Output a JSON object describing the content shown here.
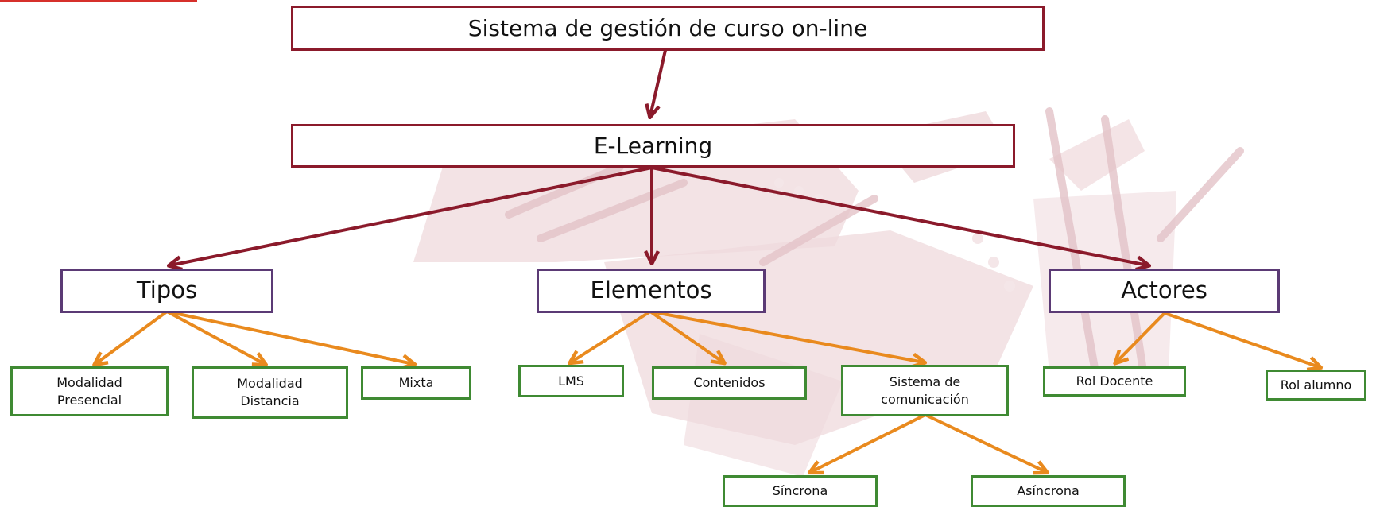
{
  "colors": {
    "maroon": "#8b1a2b",
    "purple": "#5b3a75",
    "orange": "#e98a1e",
    "green": "#3f8a33",
    "watermark": "#e7cfd2",
    "corner": "#d6302b"
  },
  "watermark": {
    "icon": "university-eagle-seal-icon"
  },
  "diagram": {
    "root": {
      "label": "Sistema de gestión de curso on-line"
    },
    "level1": {
      "label": "E-Learning"
    },
    "categories": [
      {
        "label": "Tipos",
        "children": [
          "Modalidad\nPresencial",
          "Modalidad\nDistancia",
          "Mixta"
        ]
      },
      {
        "label": "Elementos",
        "children": [
          "LMS",
          "Contenidos",
          "Sistema de\ncomunicación"
        ]
      },
      {
        "label": "Actores",
        "children": [
          "Rol Docente",
          "Rol alumno"
        ]
      }
    ],
    "comunicacion_children": [
      "Síncrona",
      "Asíncrona"
    ]
  }
}
